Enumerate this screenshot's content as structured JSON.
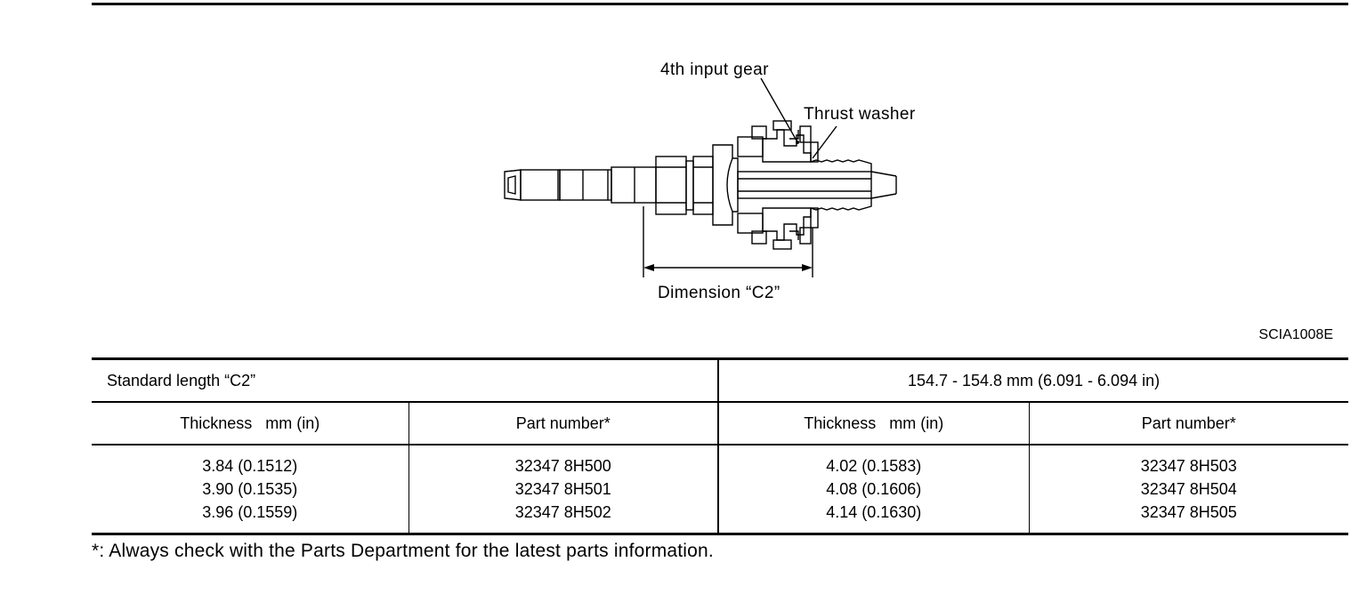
{
  "figure": {
    "labels": {
      "input_gear": "4th input gear",
      "thrust_washer": "Thrust washer",
      "dimension": "Dimension “C2”"
    },
    "code": "SCIA1008E"
  },
  "spec_table": {
    "standard": {
      "label": "Standard length “C2”",
      "value": "154.7 - 154.8 mm (6.091 - 6.094 in)"
    },
    "headers": [
      "Thickness   mm (in)",
      "Part number*",
      "Thickness   mm (in)",
      "Part number*"
    ],
    "left_group": {
      "thickness": [
        "3.84 (0.1512)",
        "3.90 (0.1535)",
        "3.96 (0.1559)"
      ],
      "part_number": [
        "32347 8H500",
        "32347 8H501",
        "32347 8H502"
      ]
    },
    "right_group": {
      "thickness": [
        "4.02 (0.1583)",
        "4.08 (0.1606)",
        "4.14 (0.1630)"
      ],
      "part_number": [
        "32347 8H503",
        "32347 8H504",
        "32347 8H505"
      ]
    }
  },
  "footnote": "*: Always check with the Parts Department for the latest parts information."
}
